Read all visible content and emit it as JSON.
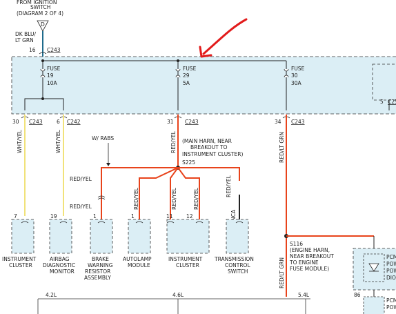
{
  "diagram": {
    "top_source": {
      "line1": "FROM IGNITION",
      "line2": "SWITCH",
      "line3": "(DIAGRAM 2 OF 4)",
      "connector_letter": "D"
    },
    "input_wire": {
      "color_line1": "DK BLU/",
      "color_line2": "LT GRN",
      "pin": "16",
      "connector": "C243"
    },
    "fuses": [
      {
        "label": "FUSE",
        "number": "19",
        "rating": "10A"
      },
      {
        "label": "FUSE",
        "number": "29",
        "rating": "5A"
      },
      {
        "label": "FUSE",
        "number": "30",
        "rating": "30A"
      }
    ],
    "right_box_pin": "5",
    "right_box_connector": "C25",
    "bottom_pins": [
      {
        "pin": "30",
        "connector": "C243",
        "wire": "WHT/YEL"
      },
      {
        "pin": "6",
        "connector": "C242",
        "wire": "WHT/YEL"
      },
      {
        "pin": "31",
        "connector": "C243",
        "wire": "RED/YEL"
      },
      {
        "pin": "34",
        "connector": "C243",
        "wire": "RED/LT GRN"
      }
    ],
    "splice_s225": {
      "name": "S225",
      "note_line1": "(MAIN HARN, NEAR",
      "note_line2": "BREAKOUT TO",
      "note_line3": "INSTRUMENT CLUSTER)"
    },
    "option_label": "W/ RABS",
    "branch_wires": {
      "rabs_upper": "RED/YEL",
      "rabs_lower": "RED/YEL",
      "autolamp": "RED/YEL",
      "cluster_a": "RED/YEL",
      "cluster_b": "RED/YEL",
      "trans_top": "RED/YEL",
      "trans_bottom": "NCA"
    },
    "components": [
      {
        "pin": "7",
        "line1": "INSTRUMENT",
        "line2": "CLUSTER",
        "line3": ""
      },
      {
        "pin": "19",
        "line1": "AIRBAG",
        "line2": "DIAGNOSTIC",
        "line3": "MONITOR"
      },
      {
        "pin": "1",
        "line1": "BRAKE",
        "line2": "WARNING",
        "line3": "RESISTOR",
        "line4": "ASSEMBLY"
      },
      {
        "pin": "1",
        "line1": "AUTOLAMP",
        "line2": "MODULE",
        "line3": ""
      },
      {
        "pin": "11",
        "pin_b": "12",
        "line1": "INSTRUMENT",
        "line2": "CLUSTER",
        "line3": ""
      },
      {
        "pin": "",
        "line1": "TRANSMISSION",
        "line2": "CONTROL",
        "line3": "SWITCH"
      }
    ],
    "splice_s116": {
      "name": "S116",
      "note_line1": "(ENGINE HARN,",
      "note_line2": "NEAR BREAKOUT",
      "note_line3": "TO ENGINE",
      "note_line4": "FUSE MODULE)",
      "wire": "RED/LT GRN"
    },
    "right_module": {
      "l1": "PCM",
      "l2": "POW",
      "l3": "POW",
      "l4": "DIOD",
      "l5": "PCM",
      "l6": "POW",
      "pin": "86"
    },
    "distances": [
      "4.2L",
      "4.6L",
      "5.4L"
    ],
    "colors": {
      "box_fill": "#dbeef5",
      "wire_orange": "#e8431b",
      "wire_yellow": "#f1e27a",
      "wire_blue": "#1f6b8c",
      "annotation_red": "#e21b1b"
    }
  }
}
